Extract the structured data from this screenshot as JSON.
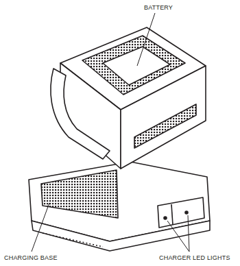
{
  "diagram": {
    "labels": [
      "BATTERY",
      "CHARGING BASE",
      "CHARGER LED LIGHTS"
    ]
  }
}
